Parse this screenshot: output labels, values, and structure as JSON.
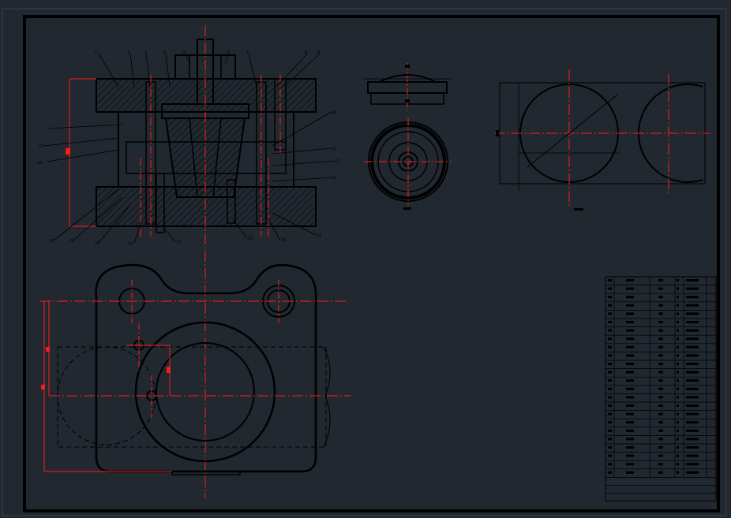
{
  "drawing": {
    "title": "",
    "background_color": "#212830",
    "line_color": "#000000",
    "center_line_color": "#ff1a1a",
    "frame_color": "#000000",
    "balloons": [
      "1",
      "2",
      "3",
      "4",
      "5",
      "6",
      "7",
      "8",
      "9",
      "10",
      "11",
      "12",
      "13",
      "14",
      "15",
      "16",
      "17",
      "18",
      "19",
      "20",
      "21",
      "22",
      "23"
    ],
    "views": [
      "assembly-section-view",
      "top-plan-view",
      "part-section-view",
      "part-plan-view",
      "blank-layout-view",
      "parts-list-table"
    ],
    "parts_list_rows": 24
  }
}
